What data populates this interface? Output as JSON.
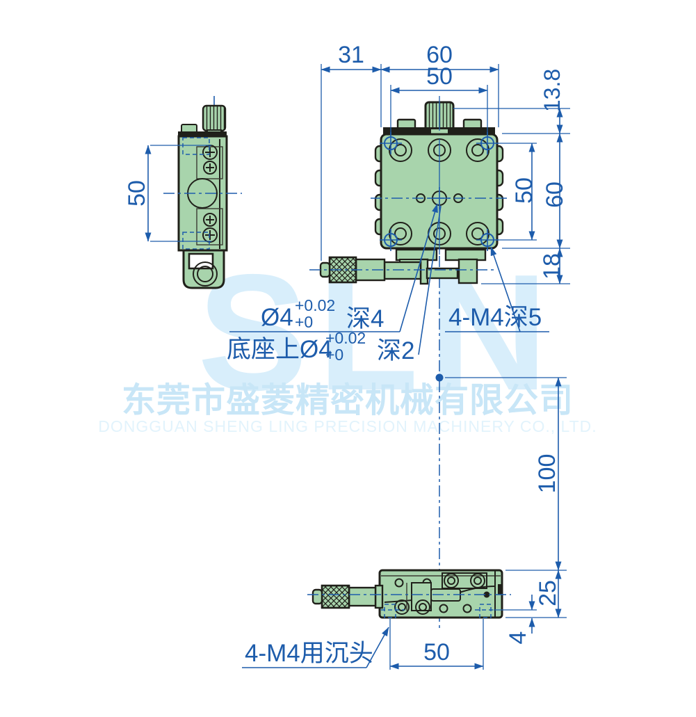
{
  "watermark": {
    "logo": "SLN",
    "company_cn": "东莞市盛菱精密机械有限公司",
    "company_en": "DONGGUAN SHENG LING PRECISION MACHINERY CO., LTD."
  },
  "dims": {
    "top_offset": "31",
    "top_width": "60",
    "top_span": "50",
    "knob_height": "13.8",
    "right_height": "60",
    "right_span": "50",
    "bracket_height": "18",
    "side_span": "50",
    "view_gap": "100",
    "front_height": "25",
    "base_offset": "4",
    "front_span": "50"
  },
  "ann": {
    "center": {
      "dia": "Ø4",
      "tol_up": "+0.02",
      "tol_lo": "+0",
      "depth": "深4"
    },
    "base": {
      "dia": "底座上Ø4",
      "tol_up": "+0.02",
      "tol_lo": "+0",
      "depth": "深2"
    },
    "corner": "4-M4深5",
    "counterbore": "4-M4用沉头"
  },
  "colors": {
    "dimension_blue": "#1d5cab",
    "part_green": "#a8d4ac",
    "outline": "#20201a",
    "watermark_light_blue": "#cfe9f8"
  }
}
